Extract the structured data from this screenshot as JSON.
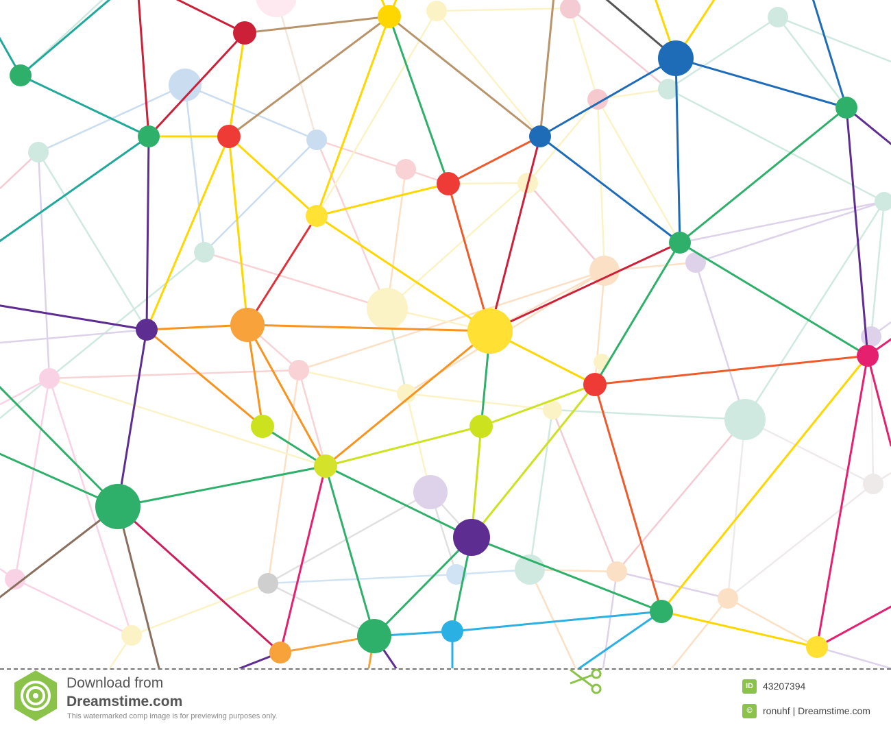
{
  "colors": {
    "footer_text": "#555555",
    "brand_green": "#8bc34a",
    "cut_line": "#777777"
  },
  "network": {
    "nodes": [
      {
        "id": "n1",
        "color": "#2eb06a"
      },
      {
        "id": "n2",
        "color": "#cc1f38"
      },
      {
        "id": "n3",
        "color": "#ffd700"
      },
      {
        "id": "n4",
        "color": "#fde9ef"
      },
      {
        "id": "n5",
        "color": "#1e6bb8"
      },
      {
        "id": "n6",
        "color": "#2eb06a"
      },
      {
        "id": "n7",
        "color": "#ef3b36"
      },
      {
        "id": "n8",
        "color": "#ffe233"
      },
      {
        "id": "n9",
        "color": "#ef3b36"
      },
      {
        "id": "n10",
        "color": "#1e6bb8"
      },
      {
        "id": "n11",
        "color": "#2eb06a"
      },
      {
        "id": "n12",
        "color": "#2eb06a"
      },
      {
        "id": "n13",
        "color": "#5e2d91"
      },
      {
        "id": "n14",
        "color": "#f7a23b"
      },
      {
        "id": "n15",
        "color": "#ffe033"
      },
      {
        "id": "n16",
        "color": "#ef3b36"
      },
      {
        "id": "n17",
        "color": "#e5206f"
      },
      {
        "id": "n18",
        "color": "#cde21e"
      },
      {
        "id": "n19",
        "color": "#cde21e"
      },
      {
        "id": "n20",
        "color": "#d4e22a"
      },
      {
        "id": "n21",
        "color": "#2eb06a"
      },
      {
        "id": "n22",
        "color": "#5e2d91"
      },
      {
        "id": "n23",
        "color": "#2eb06a"
      },
      {
        "id": "n24",
        "color": "#f7a23b"
      },
      {
        "id": "n25",
        "color": "#2ab0e2"
      },
      {
        "id": "n26",
        "color": "#ffe033"
      },
      {
        "id": "n27",
        "color": "#2eb06a"
      }
    ]
  },
  "watermark": {
    "brand_mark": "dreamstime-spiral",
    "download_text": "Download from",
    "site_name": "Dreamstime.com",
    "notice": "This watermarked comp image is for previewing purposes only.",
    "id_label": "ID",
    "image_id": "43207394",
    "copyright_symbol": "©",
    "credit": "ronuhf | Dreamstime.com"
  }
}
